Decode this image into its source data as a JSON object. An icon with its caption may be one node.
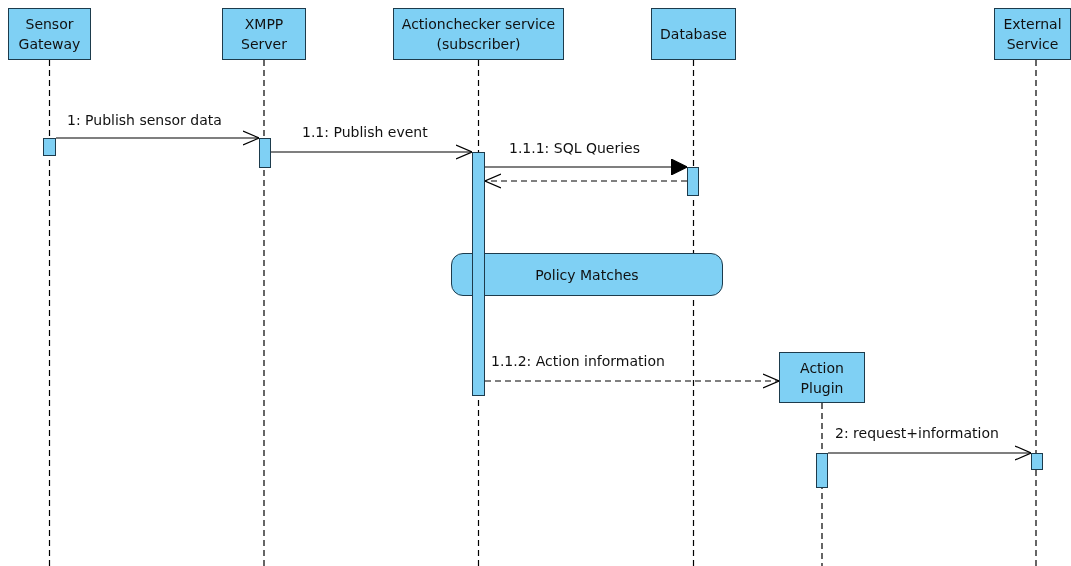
{
  "diagram": {
    "nodes": [
      {
        "text": [
          "Sensor Gateway"
        ]
      },
      {
        "text": [
          "XMPP Server"
        ]
      },
      {
        "text": [
          "Actionchecker service (subscriber)"
        ]
      },
      {
        "text": [
          "Database"
        ]
      },
      {
        "text": [
          "External Service"
        ]
      },
      {
        "text": [
          "Policy Matches"
        ]
      },
      {
        "text": [
          "Action Plugin"
        ]
      },
      {
        "text": [],
        "shape": "bar"
      },
      {
        "text": [],
        "shape": "bar"
      },
      {
        "text": [],
        "shape": "bar"
      },
      {
        "text": [],
        "shape": "bar"
      },
      {
        "text": [],
        "shape": "bar"
      },
      {
        "text": [],
        "shape": "bar"
      }
    ],
    "edges": [
      {
        "from": 7,
        "to": 8,
        "arrow": "to",
        "label": "1: Publish sensor data"
      },
      {
        "from": 8,
        "to": 9,
        "arrow": "to",
        "label": "1.1: Publish event"
      },
      {
        "from": 9,
        "to": 10,
        "arrow": "to",
        "label": "1.1.1: SQL Queries"
      },
      {
        "from": 10,
        "to": 9,
        "arrow": "to",
        "style": "dashed"
      },
      {
        "from": 9,
        "to": 6,
        "arrow": "to",
        "label": "1.1.2: Action information",
        "style": "dashed"
      },
      {
        "from": 11,
        "to": 12,
        "arrow": "to",
        "label": "2: request+information"
      }
    ]
  }
}
